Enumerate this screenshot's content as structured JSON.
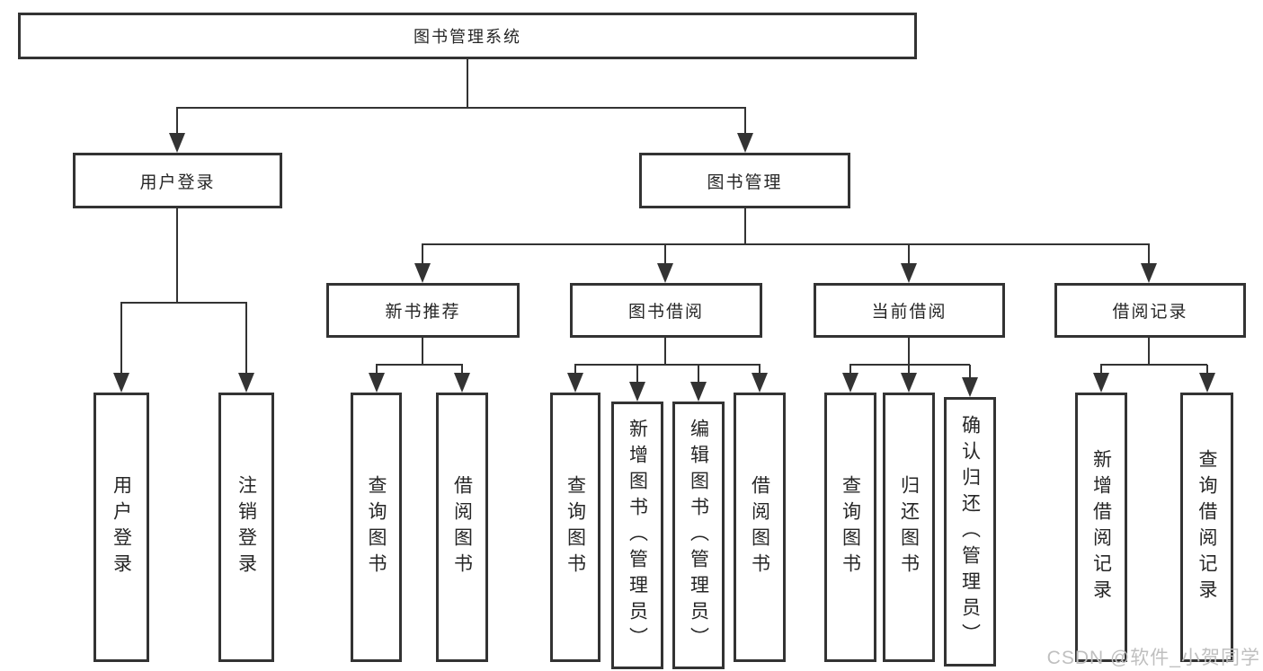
{
  "tree": {
    "root": {
      "label": "图书管理系统",
      "children": [
        {
          "label": "用户登录",
          "children": [
            {
              "label": "用户登录"
            },
            {
              "label": "注销登录"
            }
          ]
        },
        {
          "label": "图书管理",
          "children": [
            {
              "label": "新书推荐",
              "children": [
                {
                  "label": "查询图书"
                },
                {
                  "label": "借阅图书"
                }
              ]
            },
            {
              "label": "图书借阅",
              "children": [
                {
                  "label": "查询图书"
                },
                {
                  "label": "新增图书（管理员）"
                },
                {
                  "label": "编辑图书（管理员）"
                },
                {
                  "label": "借阅图书"
                }
              ]
            },
            {
              "label": "当前借阅",
              "children": [
                {
                  "label": "查询图书"
                },
                {
                  "label": "归还图书"
                },
                {
                  "label": "确认归还（管理员）"
                }
              ]
            },
            {
              "label": "借阅记录",
              "children": [
                {
                  "label": "新增借阅记录"
                },
                {
                  "label": "查询借阅记录"
                }
              ]
            }
          ]
        }
      ]
    }
  },
  "watermark": {
    "text": "CSDN @软件_小贺同学"
  },
  "colors": {
    "line": "#333333",
    "text": "#262626",
    "watermark": "#bfbfbf",
    "background": "#ffffff"
  }
}
